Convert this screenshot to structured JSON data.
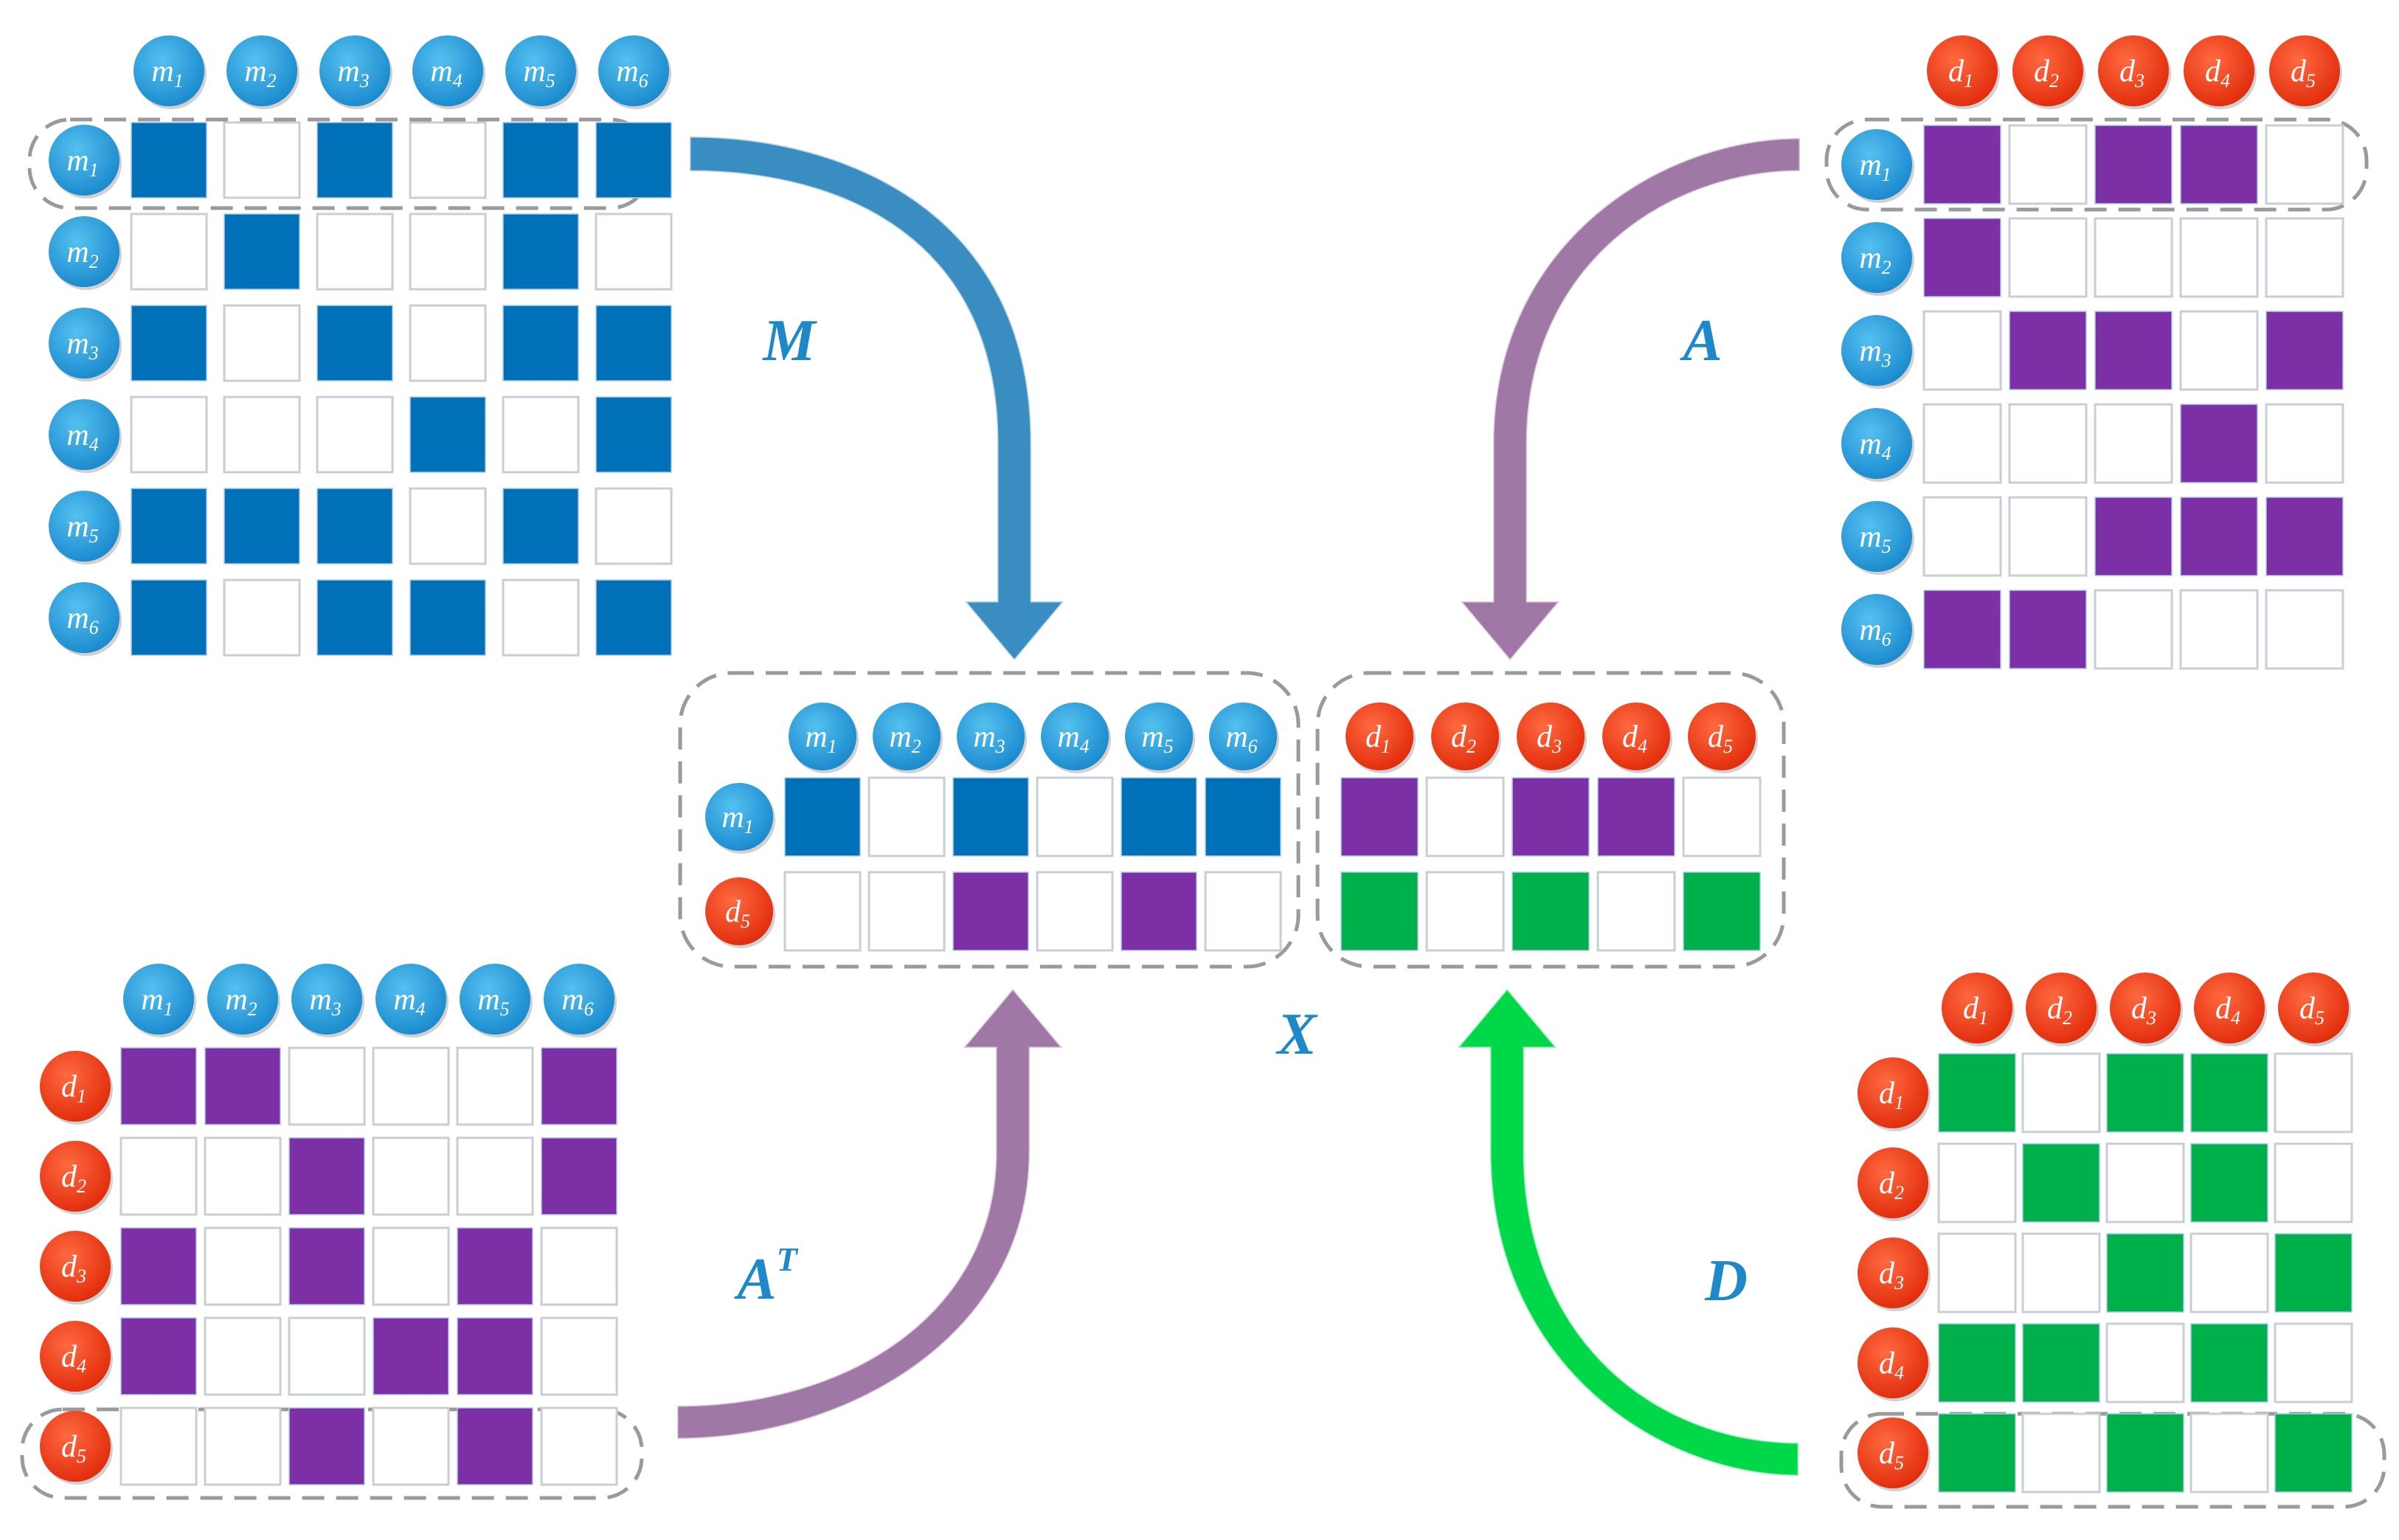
{
  "colors": {
    "m_node": "#1e9ad6",
    "d_node": "#ee3a1a",
    "m_cell": "#0070b8",
    "a_cell": "#7d2fa5",
    "d_cell": "#00b04a",
    "empty_cell_border": "#c9ced6",
    "arrow_m": "#3a8dc0",
    "arrow_a": "#a078a6",
    "arrow_d": "#00d84a",
    "symbol": "#1e88c8"
  },
  "labels": {
    "M": "M",
    "A": "A",
    "AT_base": "A",
    "AT_sup": "T",
    "D": "D",
    "X": "X"
  },
  "nodes": {
    "m": [
      {
        "base": "m",
        "sub": "1"
      },
      {
        "base": "m",
        "sub": "2"
      },
      {
        "base": "m",
        "sub": "3"
      },
      {
        "base": "m",
        "sub": "4"
      },
      {
        "base": "m",
        "sub": "5"
      },
      {
        "base": "m",
        "sub": "6"
      }
    ],
    "d": [
      {
        "base": "d",
        "sub": "1"
      },
      {
        "base": "d",
        "sub": "2"
      },
      {
        "base": "d",
        "sub": "3"
      },
      {
        "base": "d",
        "sub": "4"
      },
      {
        "base": "d",
        "sub": "5"
      }
    ]
  },
  "matrices": {
    "M": {
      "rows": "m",
      "cols": "m",
      "fill": "m_cell",
      "values": [
        [
          1,
          0,
          1,
          0,
          1,
          1
        ],
        [
          0,
          1,
          0,
          0,
          1,
          0
        ],
        [
          1,
          0,
          1,
          0,
          1,
          1
        ],
        [
          0,
          0,
          0,
          1,
          0,
          1
        ],
        [
          1,
          1,
          1,
          0,
          1,
          0
        ],
        [
          1,
          0,
          1,
          1,
          0,
          1
        ]
      ]
    },
    "A": {
      "rows": "m",
      "cols": "d",
      "fill": "a_cell",
      "values": [
        [
          1,
          0,
          1,
          1,
          0
        ],
        [
          1,
          0,
          0,
          0,
          0
        ],
        [
          0,
          1,
          1,
          0,
          1
        ],
        [
          0,
          0,
          0,
          1,
          0
        ],
        [
          0,
          0,
          1,
          1,
          1
        ],
        [
          1,
          1,
          0,
          0,
          0
        ]
      ]
    },
    "AT": {
      "rows": "d",
      "cols": "m",
      "fill": "a_cell",
      "values": [
        [
          1,
          1,
          0,
          0,
          0,
          1
        ],
        [
          0,
          0,
          1,
          0,
          0,
          1
        ],
        [
          1,
          0,
          1,
          0,
          1,
          0
        ],
        [
          1,
          0,
          0,
          1,
          1,
          0
        ],
        [
          0,
          0,
          1,
          0,
          1,
          0
        ]
      ]
    },
    "D": {
      "rows": "d",
      "cols": "d",
      "fill": "d_cell",
      "values": [
        [
          1,
          0,
          1,
          1,
          0
        ],
        [
          0,
          1,
          0,
          1,
          0
        ],
        [
          0,
          0,
          1,
          0,
          1
        ],
        [
          1,
          1,
          0,
          1,
          0
        ],
        [
          1,
          0,
          1,
          0,
          1
        ]
      ]
    },
    "X_left": {
      "row_nodes": [
        {
          "base": "m",
          "sub": "1"
        },
        {
          "base": "d",
          "sub": "5"
        }
      ],
      "cols": "m",
      "row_fills": [
        "m_cell",
        "a_cell"
      ],
      "values": [
        [
          1,
          0,
          1,
          0,
          1,
          1
        ],
        [
          0,
          0,
          1,
          0,
          1,
          0
        ]
      ]
    },
    "X_right": {
      "cols": "d",
      "row_fills": [
        "a_cell",
        "d_cell"
      ],
      "values": [
        [
          1,
          0,
          1,
          1,
          0
        ],
        [
          1,
          0,
          1,
          0,
          1
        ]
      ]
    }
  }
}
